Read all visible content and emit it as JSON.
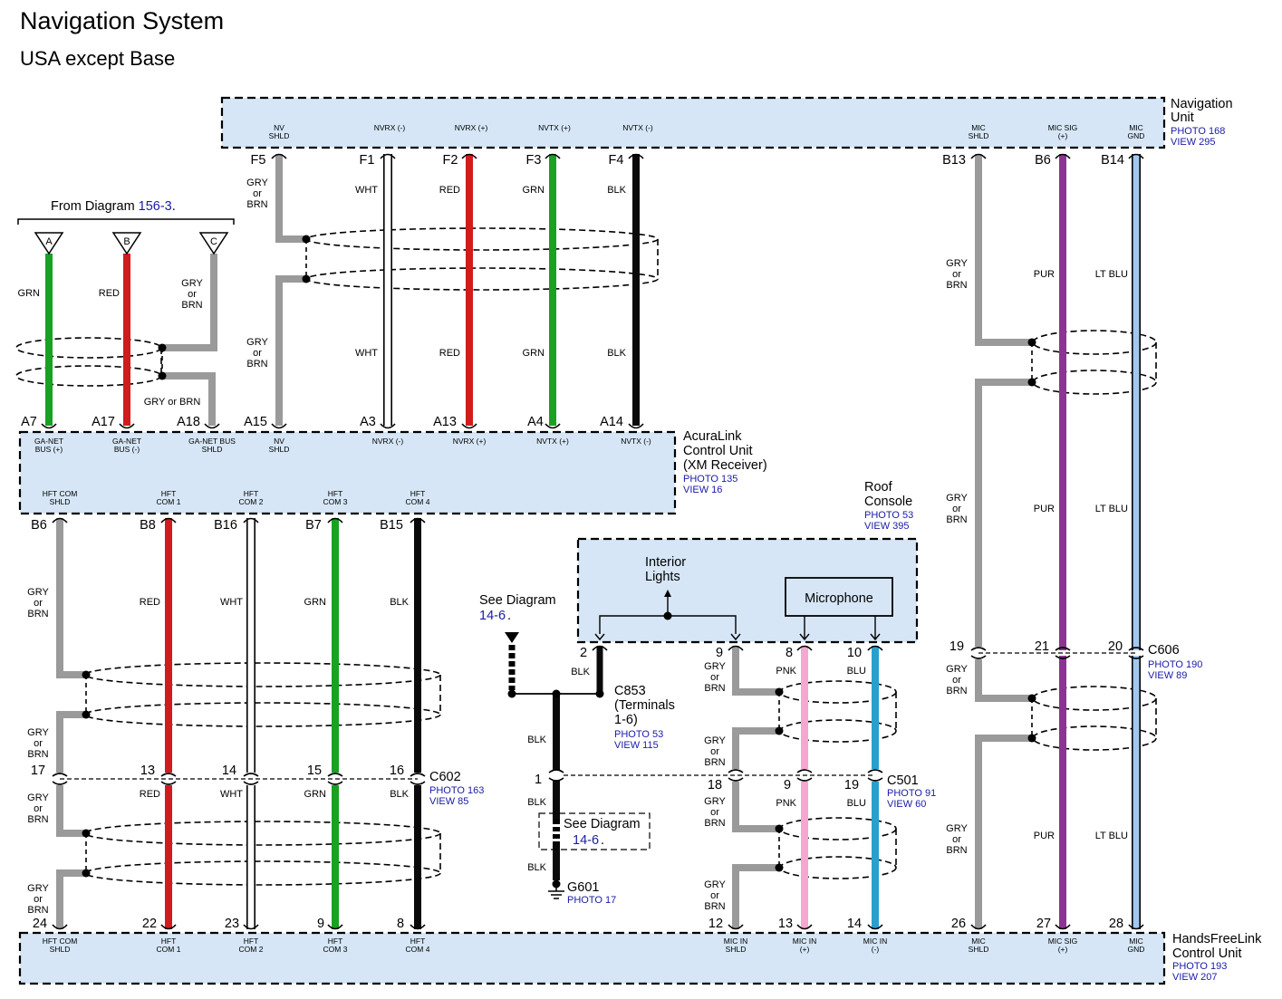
{
  "title": "Navigation System",
  "subtitle": "USA except Base",
  "colors": {
    "module_fill": "#d6e6f6",
    "GRY": "#9a9a9a",
    "RED": "#d01c1c",
    "GRN": "#1aa022",
    "BLK": "#0a0a0a",
    "WHT": "#ffffff",
    "PUR": "#8d3394",
    "LT BLU": "#a3c8f0",
    "PNK": "#f7a6cf",
    "BLU": "#2a9fcf",
    "link": "#1a1aa6"
  },
  "modules": {
    "nav_unit": {
      "name": "Navigation Unit",
      "lines": [
        "Navigation",
        "Unit"
      ],
      "photo": "PHOTO 168",
      "view": "VIEW 295"
    },
    "acuralink": {
      "name": "AcuraLink Control Unit (XM Receiver)",
      "lines": [
        "AcuraLink",
        "Control Unit",
        "(XM Receiver)"
      ],
      "photo": "PHOTO 135",
      "view": "VIEW 16"
    },
    "hfl": {
      "name": "HandsFreeLink Control Unit",
      "lines": [
        "HandsFreeLink",
        "Control Unit"
      ],
      "photo": "PHOTO 193",
      "view": "VIEW 207"
    },
    "roof": {
      "name": "Roof Console",
      "lines": [
        "Roof",
        "Console"
      ],
      "photo": "PHOTO 53",
      "view": "VIEW 395"
    }
  },
  "roof_contents": {
    "lights_lines": [
      "Interior",
      "Lights"
    ],
    "microphone": "Microphone"
  },
  "from_diagram": {
    "prefix": "From Diagram",
    "ref": "156-3",
    "suffix": ".",
    "connectors": [
      "A",
      "B",
      "C"
    ]
  },
  "see_diagram_top": {
    "line1": "See Diagram",
    "ref": "14-6",
    "suffix": "."
  },
  "see_diagram_box": {
    "line1": "See Diagram",
    "ref": "14-6",
    "suffix": "."
  },
  "connectors": {
    "c853": {
      "name": "C853",
      "lines": [
        "C853",
        "(Terminals",
        "1-6)"
      ],
      "photo": "PHOTO 53",
      "view": "VIEW 115"
    },
    "c602": {
      "name": "C602",
      "photo": "PHOTO 163",
      "view": "VIEW 85"
    },
    "c501": {
      "name": "C501",
      "photo": "PHOTO 91",
      "view": "VIEW 60"
    },
    "c606": {
      "name": "C606",
      "photo": "PHOTO 190",
      "view": "VIEW 89"
    },
    "g601": {
      "name": "G601",
      "photo": "PHOTO 17"
    }
  },
  "pins": {
    "nav_top": [
      {
        "pin": "F5",
        "sig": [
          "NV",
          "SHLD"
        ]
      },
      {
        "pin": "F1",
        "sig": [
          "NVRX (-)"
        ]
      },
      {
        "pin": "F2",
        "sig": [
          "NVRX (+)"
        ]
      },
      {
        "pin": "F3",
        "sig": [
          "NVTX (+)"
        ]
      },
      {
        "pin": "F4",
        "sig": [
          "NVTX (-)"
        ]
      },
      {
        "pin": "B13",
        "sig": [
          "MIC",
          "SHLD"
        ]
      },
      {
        "pin": "B6",
        "sig": [
          "MIC SIG",
          "(+)"
        ]
      },
      {
        "pin": "B14",
        "sig": [
          "MIC",
          "GND"
        ]
      }
    ],
    "acura_top": [
      {
        "pin": "A7",
        "sig": [
          "GA-NET",
          "BUS (+)"
        ]
      },
      {
        "pin": "A17",
        "sig": [
          "GA-NET",
          "BUS (-)"
        ]
      },
      {
        "pin": "A18",
        "sig": [
          "GA-NET BUS",
          "SHLD"
        ]
      },
      {
        "pin": "A15",
        "sig": [
          "NV",
          "SHLD"
        ]
      },
      {
        "pin": "A3",
        "sig": [
          "NVRX (-)"
        ]
      },
      {
        "pin": "A13",
        "sig": [
          "NVRX (+)"
        ]
      },
      {
        "pin": "A4",
        "sig": [
          "NVTX (+)"
        ]
      },
      {
        "pin": "A14",
        "sig": [
          "NVTX (-)"
        ]
      }
    ],
    "acura_bottom": [
      {
        "pin": "B6",
        "sig": [
          "HFT COM",
          "SHLD"
        ]
      },
      {
        "pin": "B8",
        "sig": [
          "HFT",
          "COM 1"
        ]
      },
      {
        "pin": "B16",
        "sig": [
          "HFT",
          "COM 2"
        ]
      },
      {
        "pin": "B7",
        "sig": [
          "HFT",
          "COM 3"
        ]
      },
      {
        "pin": "B15",
        "sig": [
          "HFT",
          "COM 4"
        ]
      }
    ],
    "c602": [
      "17",
      "13",
      "14",
      "15",
      "16"
    ],
    "hfl_bottom": [
      {
        "pin": "24",
        "sig": [
          "HFT COM",
          "SHLD"
        ]
      },
      {
        "pin": "22",
        "sig": [
          "HFT",
          "COM 1"
        ]
      },
      {
        "pin": "23",
        "sig": [
          "HFT",
          "COM 2"
        ]
      },
      {
        "pin": "9",
        "sig": [
          "HFT",
          "COM 3"
        ]
      },
      {
        "pin": "8",
        "sig": [
          "HFT",
          "COM 4"
        ]
      },
      {
        "pin": "12",
        "sig": [
          "MIC IN",
          "SHLD"
        ]
      },
      {
        "pin": "13",
        "sig": [
          "MIC IN",
          "(+)"
        ]
      },
      {
        "pin": "14",
        "sig": [
          "MIC IN",
          "(-)"
        ]
      },
      {
        "pin": "26",
        "sig": [
          "MIC",
          "SHLD"
        ]
      },
      {
        "pin": "27",
        "sig": [
          "MIC SIG",
          "(+)"
        ]
      },
      {
        "pin": "28",
        "sig": [
          "MIC",
          "GND"
        ]
      }
    ],
    "roof_bottom": [
      "2",
      "9",
      "8",
      "10"
    ],
    "c501": [
      "18",
      "9",
      "19"
    ],
    "c606": [
      "19",
      "21",
      "20"
    ],
    "c853_1": "1"
  },
  "wire_labels": {
    "gry_or_brn": [
      "GRY",
      "or",
      "BRN"
    ],
    "gry_or_brn_inline": "GRY or BRN",
    "GRN": "GRN",
    "RED": "RED",
    "WHT": "WHT",
    "BLK": "BLK",
    "PUR": "PUR",
    "LT BLU": "LT BLU",
    "PNK": "PNK",
    "BLU": "BLU"
  }
}
